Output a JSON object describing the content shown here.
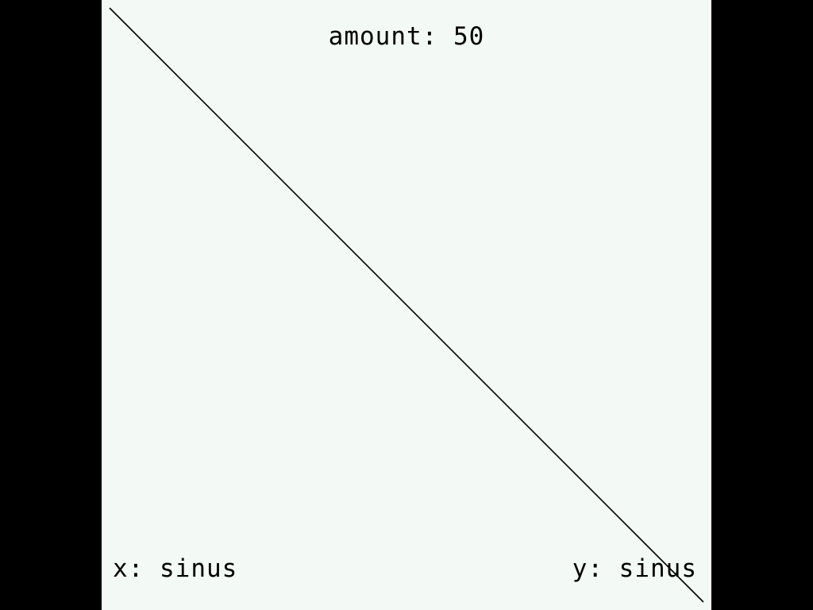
{
  "amount": {
    "label": "amount: 50",
    "value": 50
  },
  "x_function": {
    "label": "x: sinus"
  },
  "y_function": {
    "label": "y: sinus"
  },
  "colors": {
    "background": "#f3f9f5",
    "border": "#000000",
    "line": "#000000",
    "text": "#000000"
  }
}
